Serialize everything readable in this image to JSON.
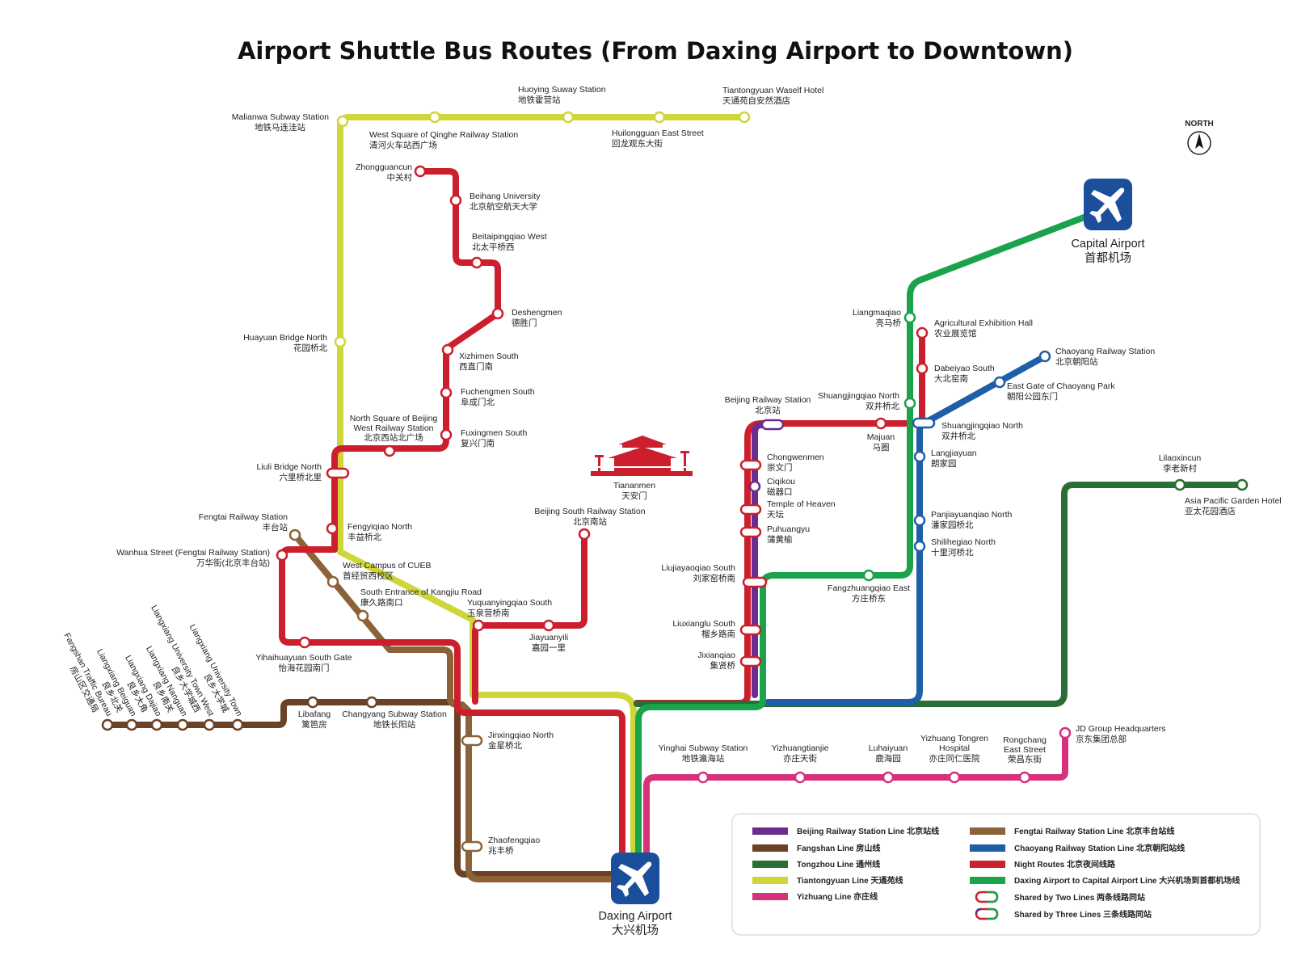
{
  "title": "Airport Shuttle Bus Routes (From Daxing Airport to Downtown)",
  "north_label": "NORTH",
  "colors": {
    "beijing_railway": "#6a2c8e",
    "fangshan": "#6b4226",
    "tongzhou": "#2a6e37",
    "tiantongyuan": "#cfd63a",
    "yizhuang": "#d6317a",
    "fengtai_railway": "#8c6239",
    "chaoyang_railway": "#1f5fa8",
    "night": "#cc1f2d",
    "daxing_capital": "#1aa34a",
    "airport_badge": "#1b4f9c"
  },
  "airports": {
    "capital_en": "Capital Airport",
    "capital_zh": "首都机场",
    "daxing_en": "Daxing Airport",
    "daxing_zh": "大兴机场"
  },
  "landmark": {
    "en": "Tiananmen",
    "zh": "天安门"
  },
  "stations": [
    {
      "en": "Huoying Suway Station",
      "zh": "地铁霍营站"
    },
    {
      "en": "Tiantongyuan Waself Hotel",
      "zh": "天通苑自安然酒店"
    },
    {
      "en": "Malianwa Subway Station",
      "zh": "地铁马连洼站"
    },
    {
      "en": "West Square of Qinghe Railway Station",
      "zh": "清河火车站西广场"
    },
    {
      "en": "Huilongguan East Street",
      "zh": "回龙观东大街"
    },
    {
      "en": "Zhongguancun",
      "zh": "中关村"
    },
    {
      "en": "Beihang University",
      "zh": "北京航空航天大学"
    },
    {
      "en": "Beitaipingqiao West",
      "zh": "北太平桥西"
    },
    {
      "en": "Deshengmen",
      "zh": "德胜门"
    },
    {
      "en": "Xizhimen South",
      "zh": "西直门南"
    },
    {
      "en": "Fuchengmen South",
      "zh": "阜成门北"
    },
    {
      "en": "Fuxingmen South",
      "zh": "复兴门南"
    },
    {
      "en": "Huayuan Bridge North",
      "zh": "花园桥北"
    },
    {
      "en": "North Square of Beijing",
      "en2": "West Railway Station",
      "zh": "北京西站北广场"
    },
    {
      "en": "Liuli Bridge North",
      "zh": "六里桥北里"
    },
    {
      "en": "Fengtai Railway Station",
      "zh": "丰台站"
    },
    {
      "en": "Fengyiqiao North",
      "zh": "丰益桥北"
    },
    {
      "en": "Wanhua Street (Fengtai Railway Station)",
      "zh": "万华街(北京丰台站)"
    },
    {
      "en": "West Campus of CUEB",
      "zh": "首经贸西校区"
    },
    {
      "en": "South Entrance of Kangjiu Road",
      "zh": "康久路南口"
    },
    {
      "en": "Yuquanyingqiao South",
      "zh": "玉泉营桥南"
    },
    {
      "en": "Jiayuanyili",
      "zh": "嘉园一里"
    },
    {
      "en": "Beijing South Railway Station",
      "zh": "北京南站"
    },
    {
      "en": "Yihaihuayuan South Gate",
      "zh": "怡海花园南门"
    },
    {
      "en": "Libafang",
      "zh": "篱笆房"
    },
    {
      "en": "Changyang Subway Station",
      "zh": "地铁长阳站"
    },
    {
      "en": "Jinxingqiao North",
      "zh": "金星桥北"
    },
    {
      "en": "Zhaofengqiao",
      "zh": "兆丰桥"
    },
    {
      "en": "Beijing Railway Station",
      "zh": "北京站"
    },
    {
      "en": "Chongwenmen",
      "zh": "崇文门"
    },
    {
      "en": "Ciqikou",
      "zh": "磁器口"
    },
    {
      "en": "Temple of Heaven",
      "zh": "天坛"
    },
    {
      "en": "Puhuangyu",
      "zh": "蒲黄榆"
    },
    {
      "en": "Liujiayaoqiao South",
      "zh": "刘家窑桥南"
    },
    {
      "en": "Liuxianglu South",
      "zh": "榴乡路南"
    },
    {
      "en": "Jixianqiao",
      "zh": "集贤桥"
    },
    {
      "en": "Liangmaqiao",
      "zh": "亮马桥"
    },
    {
      "en": "Agricultural Exhibition Hall",
      "zh": "农业展览馆"
    },
    {
      "en": "Dabeiyao South",
      "zh": "大北窑南"
    },
    {
      "en": "Shuangjingqiao North",
      "zh": "双井桥北"
    },
    {
      "en": "Majuan",
      "zh": "马圈"
    },
    {
      "en": "Shuangjingqiao North",
      "zh": "双井桥北"
    },
    {
      "en": "Langjiayuan",
      "zh": "朗家园"
    },
    {
      "en": "Chaoyang Railway Station",
      "zh": "北京朝阳站"
    },
    {
      "en": "East Gate of Chaoyang Park",
      "zh": "朝阳公园东门"
    },
    {
      "en": "Panjiayuanqiao North",
      "zh": "潘家园桥北"
    },
    {
      "en": "Shilihegiao North",
      "zh": "十里河桥北"
    },
    {
      "en": "Fangzhuangqiao East",
      "zh": "方庄桥东"
    },
    {
      "en": "Lilaoxincun",
      "zh": "李老新村"
    },
    {
      "en": "Asia Pacific Garden Hotel",
      "zh": "亚太花园酒店"
    },
    {
      "en": "Yinghai Subway Station",
      "zh": "地铁瀛海站"
    },
    {
      "en": "Yizhuangtianjie",
      "zh": "亦庄天街"
    },
    {
      "en": "Luhaiyuan",
      "zh": "鹿海园"
    },
    {
      "en": "Yizhuang Tongren",
      "en2": "Hospital",
      "zh": "亦庄同仁医院"
    },
    {
      "en": "Rongchang",
      "en2": "East Street",
      "zh": "荣昌东街"
    },
    {
      "en": "JD Group Headquarters",
      "zh": "京东集团总部"
    }
  ],
  "fangshan_stations": [
    {
      "en": "Fangshan Traffic Bureau",
      "zh": "房山区交通局"
    },
    {
      "en": "Liangxiang Beiguan",
      "zh": "良乡北关"
    },
    {
      "en": "Liangxiang Dajiao",
      "zh": "良乡大角"
    },
    {
      "en": "Liangxiang Nanguan",
      "zh": "良乡南关"
    },
    {
      "en": "Liangxiang University Town West",
      "zh": "良乡大学城西"
    },
    {
      "en": "Liangxiang University Town",
      "zh": "良乡大学城"
    }
  ],
  "legend": [
    {
      "label": "Beijing Railway Station Line 北京站线",
      "color": "#6a2c8e"
    },
    {
      "label": "Fangshan Line 房山线",
      "color": "#6b4226"
    },
    {
      "label": "Tongzhou Line 通州线",
      "color": "#2a6e37"
    },
    {
      "label": "Tiantongyuan Line 天通苑线",
      "color": "#cfd63a"
    },
    {
      "label": "Yizhuang Line 亦庄线",
      "color": "#d6317a"
    },
    {
      "label": "Fengtai Railway Station Line 北京丰台站线",
      "color": "#8c6239"
    },
    {
      "label": "Chaoyang Railway Station Line 北京朝阳站线",
      "color": "#1f5fa8"
    },
    {
      "label": "Night Routes 北京夜间线路",
      "color": "#cc1f2d"
    },
    {
      "label": "Daxing Airport to Capital Airport Line 大兴机场到首都机场线",
      "color": "#1aa34a"
    },
    {
      "label": "Shared by Two Lines 两条线路同站",
      "color": ""
    },
    {
      "label": "Shared by Three Lines 三条线路同站",
      "color": ""
    }
  ]
}
